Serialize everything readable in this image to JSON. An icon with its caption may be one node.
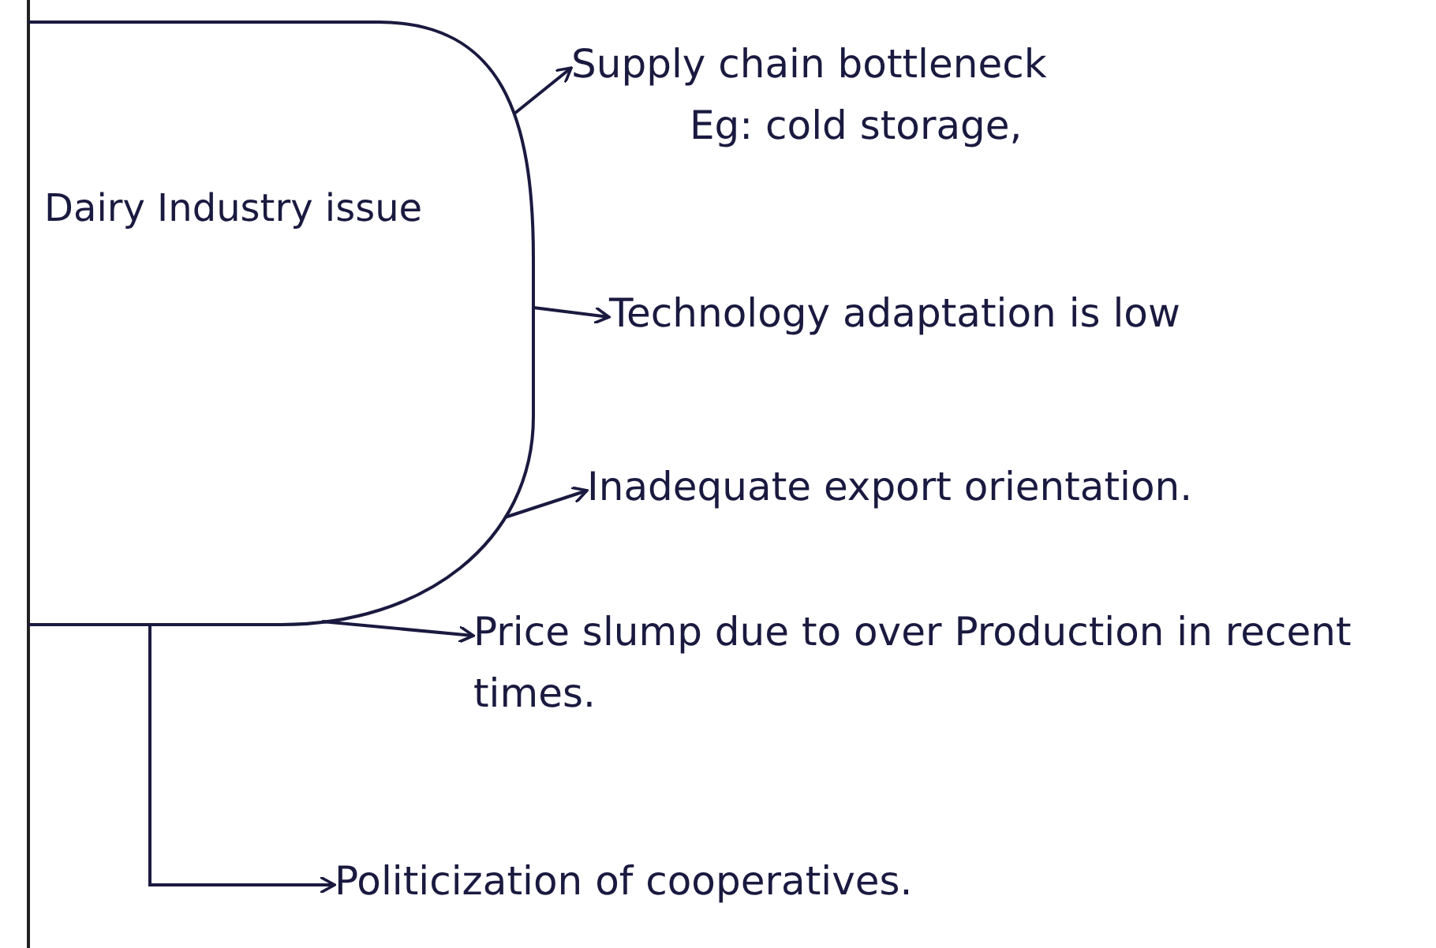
{
  "diagram": {
    "nodes": [
      {
        "text": [
          "Dairy Industry issue"
        ]
      },
      {
        "text": [
          "Supply chain bottleneck",
          "Eg: cold storage,"
        ]
      },
      {
        "text": [
          "Technology adaptation is low"
        ]
      },
      {
        "text": [
          "Inadequate export orientation."
        ]
      },
      {
        "text": [
          "Price slump due to over Production in recent times."
        ]
      },
      {
        "text": [
          "Politicization of cooperatives."
        ]
      }
    ],
    "edges": [
      {
        "from": 0,
        "to": 1,
        "arrow": "to"
      },
      {
        "from": 0,
        "to": 2,
        "arrow": "to"
      },
      {
        "from": 0,
        "to": 3,
        "arrow": "to"
      },
      {
        "from": 0,
        "to": 4,
        "arrow": "to"
      },
      {
        "from": 0,
        "to": 5,
        "arrow": "to"
      }
    ]
  }
}
